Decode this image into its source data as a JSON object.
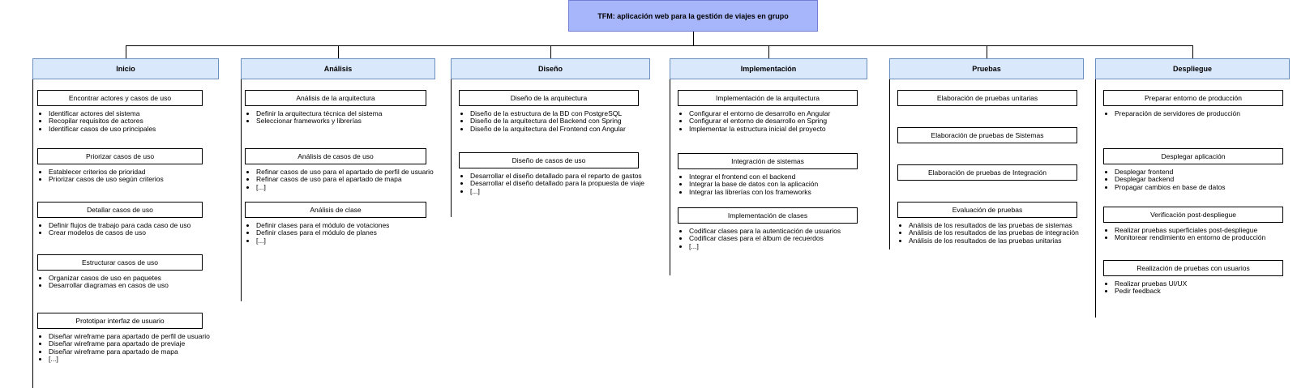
{
  "root": "TFM: aplicación web para la gestión de viajes en grupo",
  "columns": [
    {
      "title": "Inicio",
      "tasks": [
        {
          "title": "Encontrar actores y casos de uso",
          "items": [
            "Identificar actores del sistema",
            "Recopilar requisitos de actores",
            "Identificar casos de uso principales"
          ]
        },
        {
          "title": "Priorizar casos de uso",
          "items": [
            "Establecer criterios de prioridad",
            "Priorizar casos de uso según criterios"
          ]
        },
        {
          "title": "Detallar casos de uso",
          "items": [
            "Definir flujos de trabajo para cada caso de uso",
            "Crear modelos de casos de uso"
          ]
        },
        {
          "title": "Estructurar casos de uso",
          "items": [
            "Organizar casos de uso en paquetes",
            "Desarrollar diagramas en casos de uso"
          ]
        },
        {
          "title": "Prototipar interfaz de usuario",
          "items": [
            "Diseñar wireframe para apartado de perfil de usuario",
            "Diseñar wireframe para apartado de previaje",
            "Diseñar wireframe para apartado de mapa",
            "[...]"
          ]
        }
      ]
    },
    {
      "title": "Análisis",
      "tasks": [
        {
          "title": "Análisis de la arquitectura",
          "items": [
            "Definir la arquitectura técnica del sistema",
            "Seleccionar frameworks y librerías"
          ]
        },
        {
          "title": "Análisis de casos de uso",
          "items": [
            "Refinar casos de uso para el apartado de perfil de usuario",
            "Refinar casos de uso para el apartado de mapa",
            "[...]"
          ]
        },
        {
          "title": "Análisis de clase",
          "items": [
            "Definir clases para el módulo de votaciones",
            "Definir clases para el módulo de planes",
            "[...]"
          ]
        }
      ]
    },
    {
      "title": "Diseño",
      "tasks": [
        {
          "title": "Diseño de la arquitectura",
          "items": [
            "Diseño de la estructura de la BD con PostgreSQL",
            "Diseño de la arquitectura del Backend con Spring",
            "Diseño de la arquitectura del Frontend con Angular"
          ]
        },
        {
          "title": "Diseño de casos de uso",
          "items": [
            "Desarrollar el diseño detallado para el reparto de gastos",
            "Desarrollar el diseño detallado para la propuesta de viaje",
            "[...]"
          ]
        }
      ]
    },
    {
      "title": "Implementación",
      "tasks": [
        {
          "title": "Implementación de la arquitectura",
          "items": [
            "Configurar el entorno de desarrollo en Angular",
            "Configurar el entorno de desarrollo en Spring",
            "Implementar la estructura inicial del proyecto"
          ]
        },
        {
          "title": "Integración de sistemas",
          "items": [
            "Integrar el frontend con el backend",
            "Integrar la base de datos con la aplicación",
            "Integrar las librerías con los frameworks"
          ]
        },
        {
          "title": "Implementación de clases",
          "items": [
            "Codificar clases para la autenticación de usuarios",
            "Codificar clases para el álbum de recuerdos",
            "[...]"
          ]
        }
      ]
    },
    {
      "title": "Pruebas",
      "tasks": [
        {
          "title": "Elaboración de pruebas unitarias",
          "items": []
        },
        {
          "title": "Elaboración de pruebas de Sistemas",
          "items": []
        },
        {
          "title": "Elaboración de pruebas de Integración",
          "items": []
        },
        {
          "title": "Evaluación de pruebas",
          "items": [
            "Análisis de los resultados de las pruebas de sistemas",
            "Análisis de los resultados de las pruebas de integración",
            "Análisis de los resultados de las pruebas unitarias"
          ]
        }
      ]
    },
    {
      "title": "Despliegue",
      "tasks": [
        {
          "title": "Preparar entorno de producción",
          "items": [
            "Preparación de servidores de producción"
          ]
        },
        {
          "title": "Desplegar aplicación",
          "items": [
            "Desplegar frontend",
            "Desplegar backend",
            "Propagar cambios en base de datos"
          ]
        },
        {
          "title": "Verificación post-despliegue",
          "items": [
            "Realizar pruebas superficiales post-despliegue",
            "Monitorear rendimiento en entorno de producción"
          ]
        },
        {
          "title": "Realización de pruebas con usuarios",
          "items": [
            "Realizar pruebas UI/UX",
            "Pedir feedback"
          ]
        }
      ]
    }
  ],
  "colors": {
    "root_fill": "#a7b5fb",
    "header_fill": "#dae8fc",
    "header_border": "#6c8ebf"
  }
}
